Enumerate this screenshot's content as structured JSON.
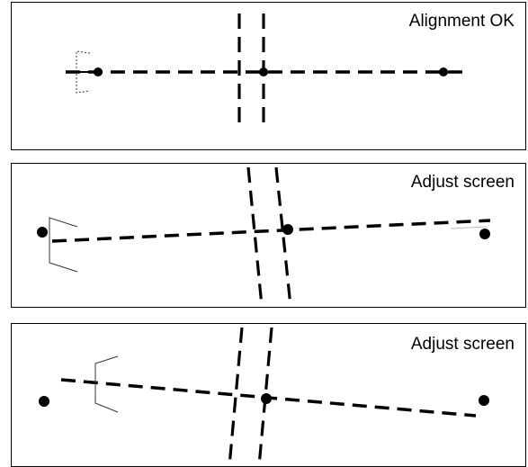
{
  "panels": [
    {
      "status": "Alignment OK"
    },
    {
      "status": "Adjust screen"
    },
    {
      "status": "Adjust screen"
    }
  ]
}
